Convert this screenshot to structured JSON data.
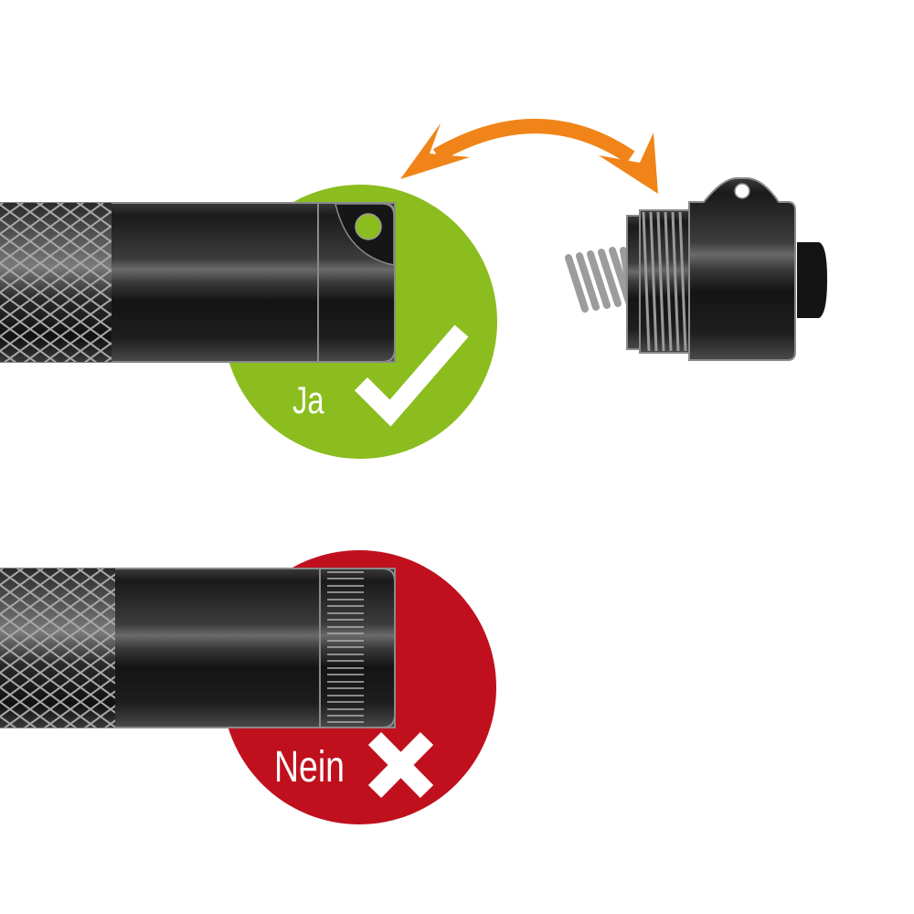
{
  "diagram": {
    "yes": {
      "label": "Ja",
      "circle_color": "#8bbd1e",
      "mark": "check-icon"
    },
    "no": {
      "label": "Nein",
      "circle_color": "#c0101e",
      "mark": "x-icon"
    },
    "arrow": {
      "color": "#f08418",
      "type": "double-headed-curved-arrow"
    },
    "flashlight_body_color": "#1a1a1a",
    "knurl_color": "#9a9a9a"
  }
}
